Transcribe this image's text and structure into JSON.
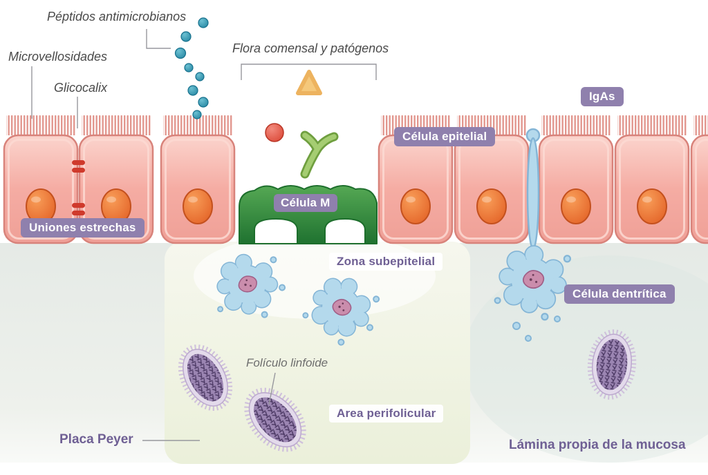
{
  "diagram": {
    "labels": {
      "peptidos_antimicrobianos": "Péptidos antimicrobianos",
      "microvellosidades": "Microvellosidades",
      "glicocalix": "Glicocalix",
      "flora_comensal": "Flora comensal y patógenos",
      "igas": "IgAs",
      "celula_epitelial": "Célula epitelial",
      "celula_m": "Célula M",
      "uniones_estrechas": "Uniones estrechas",
      "zona_subepitelial": "Zona subepitelial",
      "celula_dentritica": "Célula dentrítica",
      "foliculo_linfoide": "Folículo linfoide",
      "area_perifolicular": "Area perifolicular",
      "placa_peyer": "Placa Peyer",
      "lamina_propia": "Lámina propia de la mucosa"
    }
  },
  "colors": {
    "badge_purple": "#8f80ad",
    "text_purple": "#6f6094",
    "label_gray": "#4a4a4a",
    "epithelial_pink": "#f3a79f",
    "nucleus_orange": "#e8662c",
    "m_cell_green": "#2e8b3c",
    "dendritic_blue": "#b4d9ec",
    "follicle_purple": "#9b85b2",
    "peptide_teal": "#1d7f9c",
    "pathogen_red": "#d8402e",
    "commensal_green": "#a5cd72",
    "antigen_yellow": "#f5c87b",
    "tight_junction_red": "#cf3a2c"
  }
}
